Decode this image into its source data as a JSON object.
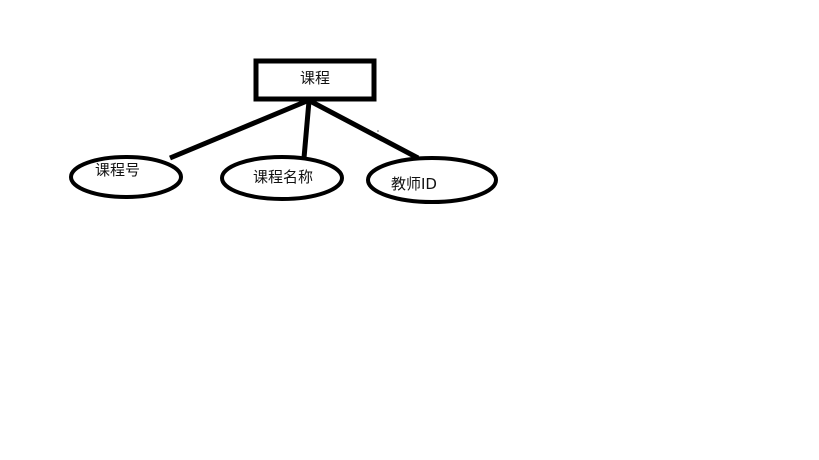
{
  "diagram": {
    "type": "er-diagram",
    "stroke_color": "#000000",
    "background_color": "#ffffff",
    "entity": {
      "label": "课程"
    },
    "attributes": [
      {
        "label": "课程号"
      },
      {
        "label": "课程名称"
      },
      {
        "label": "教师ID"
      }
    ]
  }
}
